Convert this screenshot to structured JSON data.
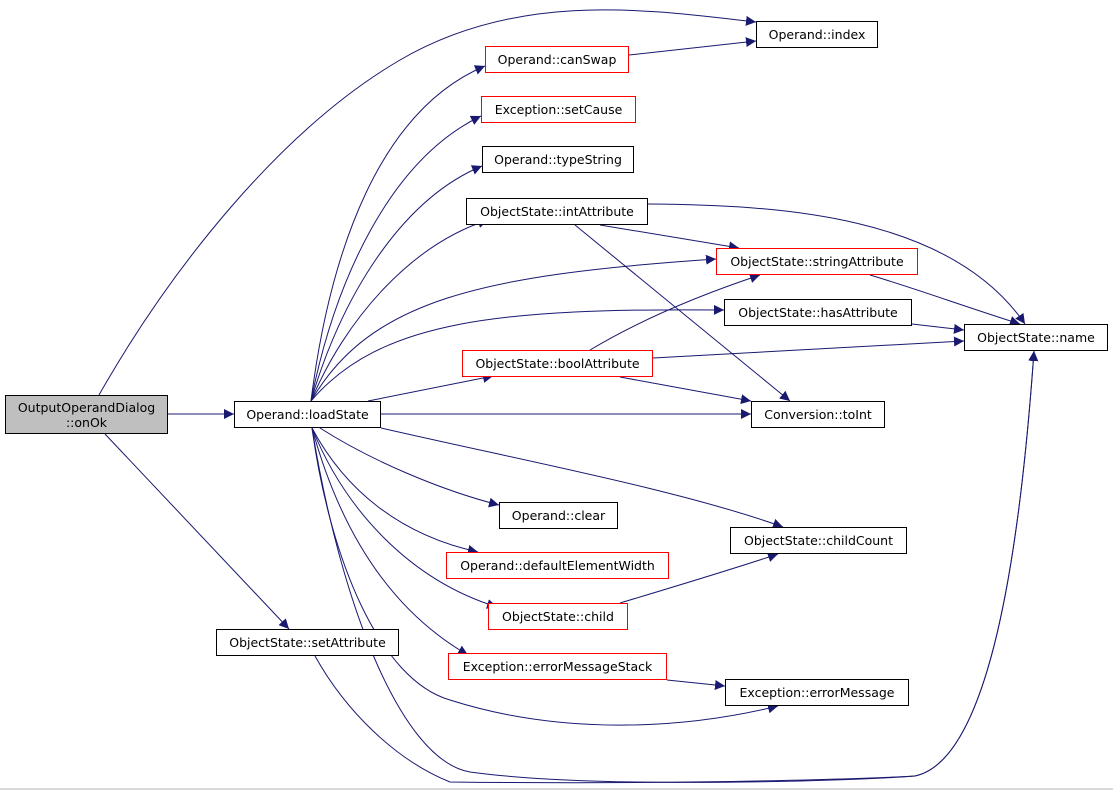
{
  "diagram": {
    "nodes": [
      {
        "id": "output-operand-dialog-onok",
        "lines": [
          "OutputOperandDialog",
          "::onOk"
        ],
        "border": "#000000",
        "fill": "#bfbfbf",
        "link": false
      },
      {
        "id": "operand-loadstate",
        "lines": [
          "Operand::loadState"
        ],
        "border": "#000000",
        "fill": "#ffffff",
        "link": true
      },
      {
        "id": "objectstate-setattribute",
        "lines": [
          "ObjectState::setAttribute"
        ],
        "border": "#000000",
        "fill": "#ffffff",
        "link": true
      },
      {
        "id": "operand-canswap",
        "lines": [
          "Operand::canSwap"
        ],
        "border": "#ff0000",
        "fill": "#ffffff",
        "link": true
      },
      {
        "id": "exception-setcause",
        "lines": [
          "Exception::setCause"
        ],
        "border": "#ff0000",
        "fill": "#ffffff",
        "link": true
      },
      {
        "id": "operand-typestring",
        "lines": [
          "Operand::typeString"
        ],
        "border": "#000000",
        "fill": "#ffffff",
        "link": true
      },
      {
        "id": "objectstate-intattribute",
        "lines": [
          "ObjectState::intAttribute"
        ],
        "border": "#000000",
        "fill": "#ffffff",
        "link": true
      },
      {
        "id": "objectstate-boolattribute",
        "lines": [
          "ObjectState::boolAttribute"
        ],
        "border": "#ff0000",
        "fill": "#ffffff",
        "link": true
      },
      {
        "id": "operand-clear",
        "lines": [
          "Operand::clear"
        ],
        "border": "#000000",
        "fill": "#ffffff",
        "link": true
      },
      {
        "id": "operand-defaultelementwidth",
        "lines": [
          "Operand::defaultElementWidth"
        ],
        "border": "#ff0000",
        "fill": "#ffffff",
        "link": true
      },
      {
        "id": "objectstate-child",
        "lines": [
          "ObjectState::child"
        ],
        "border": "#ff0000",
        "fill": "#ffffff",
        "link": true
      },
      {
        "id": "exception-errormessagestack",
        "lines": [
          "Exception::errorMessageStack"
        ],
        "border": "#ff0000",
        "fill": "#ffffff",
        "link": true
      },
      {
        "id": "operand-index",
        "lines": [
          "Operand::index"
        ],
        "border": "#000000",
        "fill": "#ffffff",
        "link": true
      },
      {
        "id": "objectstate-stringattribute",
        "lines": [
          "ObjectState::stringAttribute"
        ],
        "border": "#ff0000",
        "fill": "#ffffff",
        "link": true
      },
      {
        "id": "objectstate-hasattribute",
        "lines": [
          "ObjectState::hasAttribute"
        ],
        "border": "#000000",
        "fill": "#ffffff",
        "link": true
      },
      {
        "id": "conversion-toint",
        "lines": [
          "Conversion::toInt"
        ],
        "border": "#000000",
        "fill": "#ffffff",
        "link": true
      },
      {
        "id": "objectstate-childcount",
        "lines": [
          "ObjectState::childCount"
        ],
        "border": "#000000",
        "fill": "#ffffff",
        "link": true
      },
      {
        "id": "exception-errormessage",
        "lines": [
          "Exception::errorMessage"
        ],
        "border": "#000000",
        "fill": "#ffffff",
        "link": true
      },
      {
        "id": "objectstate-name",
        "lines": [
          "ObjectState::name"
        ],
        "border": "#000000",
        "fill": "#ffffff",
        "link": true
      }
    ],
    "edges": [
      {
        "from": "output-operand-dialog-onok",
        "to": "operand-index"
      },
      {
        "from": "output-operand-dialog-onok",
        "to": "operand-loadstate"
      },
      {
        "from": "output-operand-dialog-onok",
        "to": "objectstate-setattribute"
      },
      {
        "from": "operand-loadstate",
        "to": "operand-canswap"
      },
      {
        "from": "operand-loadstate",
        "to": "exception-setcause"
      },
      {
        "from": "operand-loadstate",
        "to": "operand-typestring"
      },
      {
        "from": "operand-loadstate",
        "to": "objectstate-intattribute"
      },
      {
        "from": "operand-loadstate",
        "to": "objectstate-stringattribute"
      },
      {
        "from": "operand-loadstate",
        "to": "objectstate-hasattribute"
      },
      {
        "from": "operand-loadstate",
        "to": "objectstate-boolattribute"
      },
      {
        "from": "operand-loadstate",
        "to": "conversion-toint"
      },
      {
        "from": "operand-loadstate",
        "to": "objectstate-childcount"
      },
      {
        "from": "operand-loadstate",
        "to": "operand-clear"
      },
      {
        "from": "operand-loadstate",
        "to": "operand-defaultelementwidth"
      },
      {
        "from": "operand-loadstate",
        "to": "objectstate-child"
      },
      {
        "from": "operand-loadstate",
        "to": "exception-errormessagestack"
      },
      {
        "from": "operand-loadstate",
        "to": "exception-errormessage"
      },
      {
        "from": "operand-loadstate",
        "to": "objectstate-name"
      },
      {
        "from": "operand-canswap",
        "to": "operand-index"
      },
      {
        "from": "objectstate-intattribute",
        "to": "objectstate-stringattribute"
      },
      {
        "from": "objectstate-intattribute",
        "to": "objectstate-name"
      },
      {
        "from": "objectstate-intattribute",
        "to": "conversion-toint"
      },
      {
        "from": "objectstate-stringattribute",
        "to": "objectstate-name"
      },
      {
        "from": "objectstate-hasattribute",
        "to": "objectstate-name"
      },
      {
        "from": "objectstate-boolattribute",
        "to": "objectstate-stringattribute"
      },
      {
        "from": "objectstate-boolattribute",
        "to": "objectstate-name"
      },
      {
        "from": "objectstate-boolattribute",
        "to": "conversion-toint"
      },
      {
        "from": "objectstate-child",
        "to": "objectstate-childcount"
      },
      {
        "from": "exception-errormessagestack",
        "to": "exception-errormessage"
      },
      {
        "from": "objectstate-setattribute",
        "to": "objectstate-name"
      }
    ],
    "edge_color": "#191970"
  }
}
